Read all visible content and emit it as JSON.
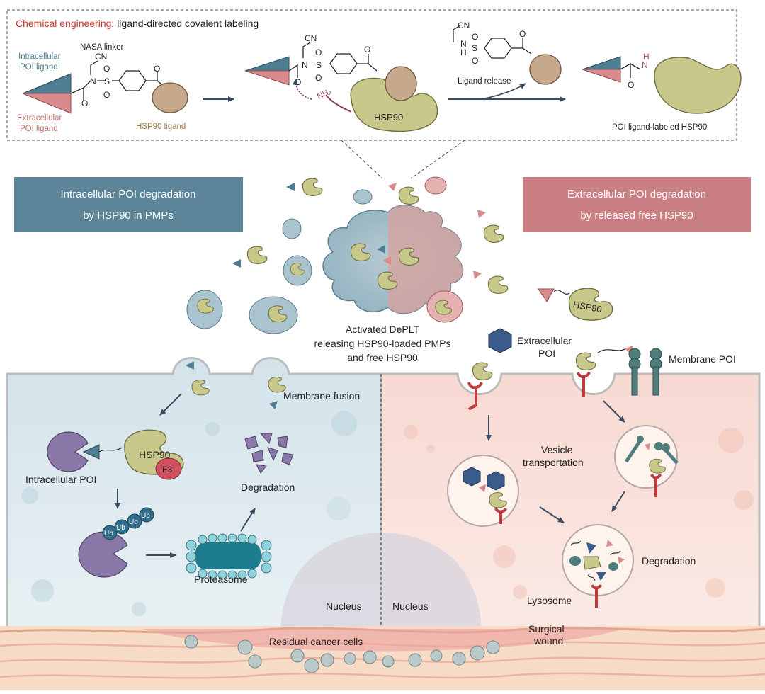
{
  "top_panel": {
    "title_highlight": "Chemical engineering",
    "title_rest": ": ligand-directed covalent labeling",
    "nasa_linker": "NASA linker",
    "intracellular_ligand_line1": "Intracellular",
    "intracellular_ligand_line2": "POI ligand",
    "extracellular_ligand_line1": "Extracellular",
    "extracellular_ligand_line2": "POI ligand",
    "hsp90_ligand": "HSP90 ligand",
    "hsp90": "HSP90",
    "ligand_release": "Ligand release",
    "labeled_hsp90": "POI ligand-labeled HSP90",
    "atoms": {
      "cn": "CN",
      "n": "N",
      "s": "S",
      "o": "O",
      "h": "H",
      "nh2": "NH₂"
    }
  },
  "headers": {
    "left_line1": "Intracellular POI degradation",
    "left_line2": "by HSP90 in PMPs",
    "right_line1": "Extracellular POI degradation",
    "right_line2": "by released free HSP90"
  },
  "center": {
    "platelet_line1": "Activated DePLT",
    "platelet_line2": "releasing HSP90-loaded PMPs",
    "platelet_line3": "and free HSP90",
    "free_hsp90": "HSP90"
  },
  "left_cell": {
    "membrane_fusion": "Membrane fusion",
    "hsp90": "HSP90",
    "e3": "E3",
    "intracellular_poi": "Intracellular POI",
    "ub": "Ub",
    "proteasome": "Proteasome",
    "degradation": "Degradation",
    "nucleus": "Nucleus"
  },
  "right_cell": {
    "extracellular_poi_line1": "Extracellular",
    "extracellular_poi_line2": "POI",
    "membrane_poi": "Membrane POI",
    "vesicle_line1": "Vesicle",
    "vesicle_line2": "transportation",
    "degradation": "Degradation",
    "lysosome": "Lysosome",
    "nucleus": "Nucleus",
    "wound_line1": "Surgical",
    "wound_line2": "wound"
  },
  "bottom": {
    "residual_cells": "Residual cancer cells"
  },
  "colors": {
    "accent_red": "#d0322c",
    "header_left": "#5d8599",
    "header_right": "#c97f83",
    "hsp90": "#c8c88a",
    "ligand_blue": "#4f7e93",
    "ligand_red": "#d98a8c",
    "poi_purple": "#8a79a8"
  }
}
